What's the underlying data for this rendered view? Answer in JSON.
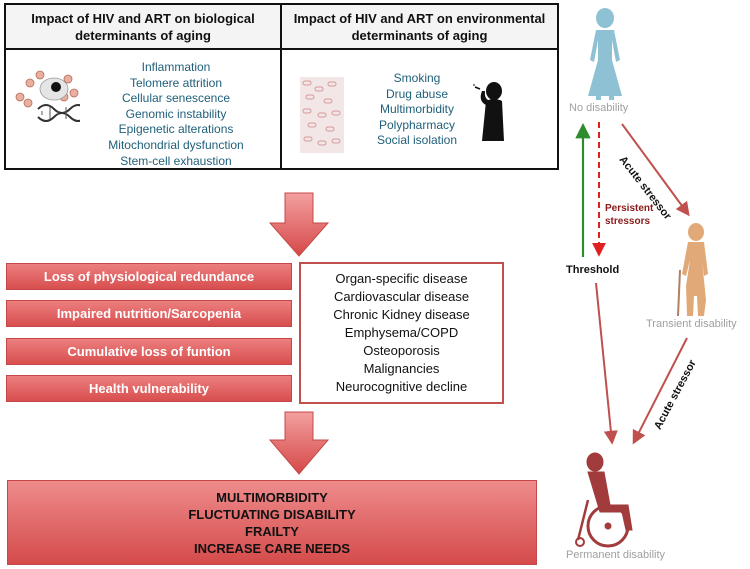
{
  "top_table": {
    "biological": {
      "header": "Impact of HIV and ART on biological determinants of aging",
      "items": [
        "Inflammation",
        "Telomere attrition",
        "Cellular senescence",
        "Genomic instability",
        "Epigenetic alterations",
        "Mitochondrial dysfunction",
        "Stem-cell exhaustion"
      ]
    },
    "environmental": {
      "header": "Impact of HIV and ART on environmental determinants of aging",
      "items": [
        "Smoking",
        "Drug abuse",
        "Multimorbidity",
        "Polypharmacy",
        "Social isolation"
      ]
    }
  },
  "determinants": [
    "Loss of physiological redundance",
    "Impaired nutrition/Sarcopenia",
    "Cumulative loss of funtion",
    "Health vulnerability"
  ],
  "diseases": [
    "Organ-specific disease",
    "Cardiovascular disease",
    "Chronic Kidney disease",
    "Emphysema/COPD",
    "Osteoporosis",
    "Malignancies",
    "Neurocognitive decline"
  ],
  "outcomes": [
    "MULTIMORBIDITY",
    "FLUCTUATING DISABILITY",
    "FRAILTY",
    "INCREASE CARE NEEDS"
  ],
  "disability_model": {
    "no_disability": "No disability",
    "transient_disability": "Transient disability",
    "permanent_disability": "Permanent disability",
    "threshold": "Threshold",
    "persistent_stressors": [
      "Persistent",
      "stressors"
    ],
    "acute_stressor_1": "Acute stressor",
    "acute_stressor_2": "Acute stressor"
  },
  "colors": {
    "pill_red": "#d84e4e",
    "figure_blue": "#8fc1d4",
    "figure_tan": "#e2a978",
    "figure_darkred": "#a23b3b",
    "list_blue": "#1f5f7a"
  }
}
